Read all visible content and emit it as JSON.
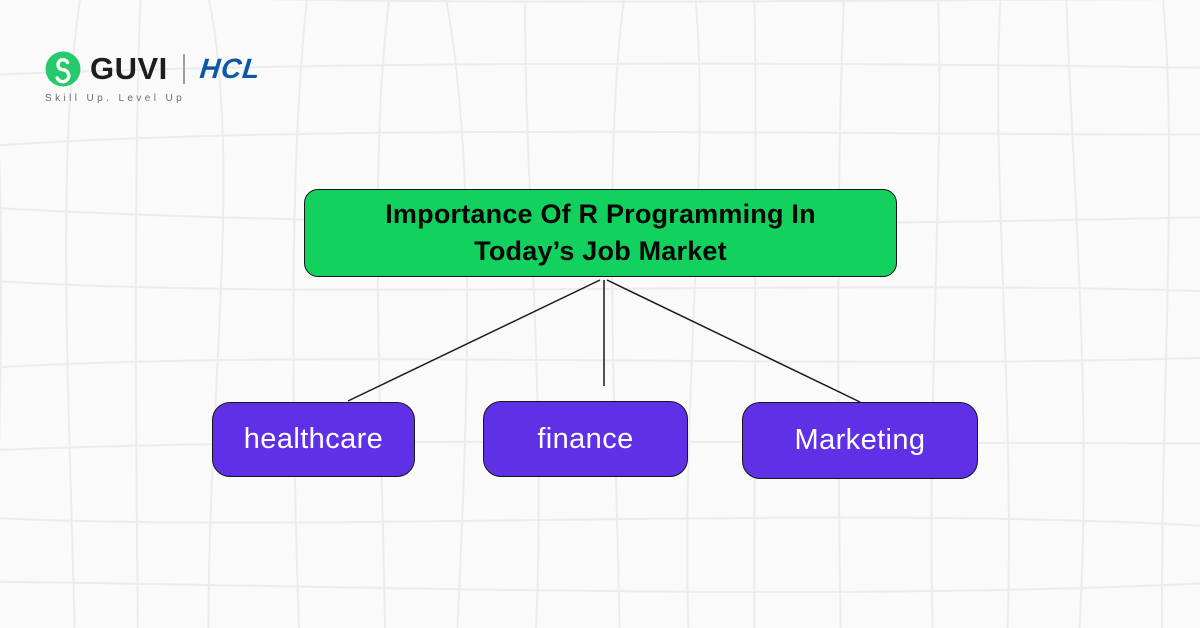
{
  "brand": {
    "guvi_wordmark": "GUVI",
    "hcl_wordmark": "HCL",
    "tagline": "Skill Up. Level Up",
    "logo_icon": "guvi-g-icon"
  },
  "diagram": {
    "root": {
      "label": "Importance Of R Programming In Today’s Job Market"
    },
    "children": [
      {
        "label": "healthcare"
      },
      {
        "label": "finance"
      },
      {
        "label": "Marketing"
      }
    ]
  },
  "colors": {
    "root_green": "#12d15e",
    "child_purple": "#6030e6",
    "connector_line": "#1a1a1a",
    "hcl_blue": "#0d57a6",
    "guvi_green": "#27c96d",
    "background": "#fafafa",
    "grid_line": "#ececec"
  }
}
